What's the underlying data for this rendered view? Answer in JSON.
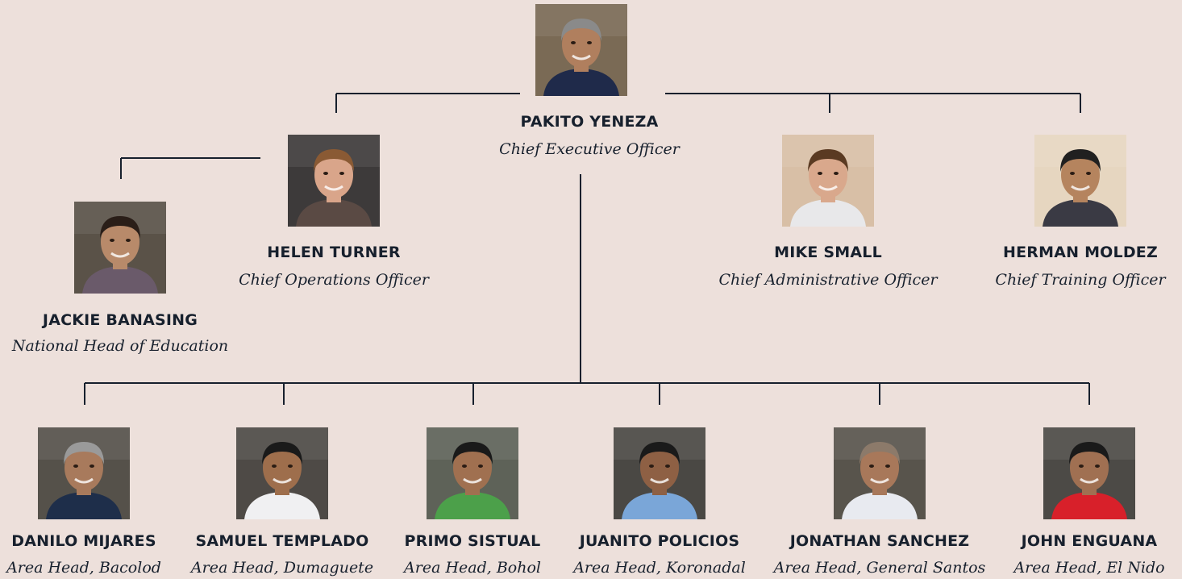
{
  "ceo": {
    "name": "PAKITO YENEZA",
    "title": "Chief Executive Officer",
    "bg": "#7a6a55",
    "shirt": "#1f2a4a",
    "skin": "#b07f5e",
    "hair": "#8a8a8a"
  },
  "executives": [
    {
      "name": "HELEN TURNER",
      "title": "Chief Operations Officer",
      "bg": "#3d3a3a",
      "shirt": "#5a4a44",
      "skin": "#d9a58a",
      "hair": "#8a5a34"
    },
    {
      "name": "MIKE SMALL",
      "title": "Chief Administrative Officer",
      "bg": "#d8bfa6",
      "shirt": "#e8e8ea",
      "skin": "#d9a88c",
      "hair": "#5a3a22"
    },
    {
      "name": "HERMAN MOLDEZ",
      "title": "Chief Training Officer",
      "bg": "#e6d6c0",
      "shirt": "#3a3a44",
      "skin": "#b5845e",
      "hair": "#202020"
    }
  ],
  "education_head": {
    "name": "JACKIE BANASING",
    "title": "National Head of Education",
    "bg": "#5a5248",
    "shirt": "#6a5a6a",
    "skin": "#b88a6a",
    "hair": "#2a1e18"
  },
  "area_heads": [
    {
      "name": "DANILO MIJARES",
      "title": "Area Head, Bacolod",
      "bg": "#55514a",
      "shirt": "#1e2e4a",
      "skin": "#a87a5c",
      "hair": "#9a9a9a"
    },
    {
      "name": "SAMUEL TEMPLADO",
      "title": "Area Head, Dumaguete",
      "bg": "#4e4a46",
      "shirt": "#f0f0f2",
      "skin": "#9e6e4c",
      "hair": "#1a1a1a"
    },
    {
      "name": "PRIMO SISTUAL",
      "title": "Area Head, Bohol",
      "bg": "#5e6258",
      "shirt": "#4ca04a",
      "skin": "#a07050",
      "hair": "#1a1a1a"
    },
    {
      "name": "JUANITO POLICIOS",
      "title": "Area Head, Koronadal",
      "bg": "#4a4844",
      "shirt": "#7aa6d8",
      "skin": "#8e6044",
      "hair": "#1a1a1a"
    },
    {
      "name": "JONATHAN SANCHEZ",
      "title": "Area Head, General Santos",
      "bg": "#58544c",
      "shirt": "#e8eaf0",
      "skin": "#a8785a",
      "hair": "#8c7a6a"
    },
    {
      "name": "JOHN ENGUANA",
      "title": "Area Head, El Nido",
      "bg": "#4c4a46",
      "shirt": "#d8202a",
      "skin": "#a07052",
      "hair": "#1a1a1a"
    }
  ],
  "colors": {
    "background": "#ede0db",
    "line": "#17202d",
    "text": "#17202d"
  }
}
